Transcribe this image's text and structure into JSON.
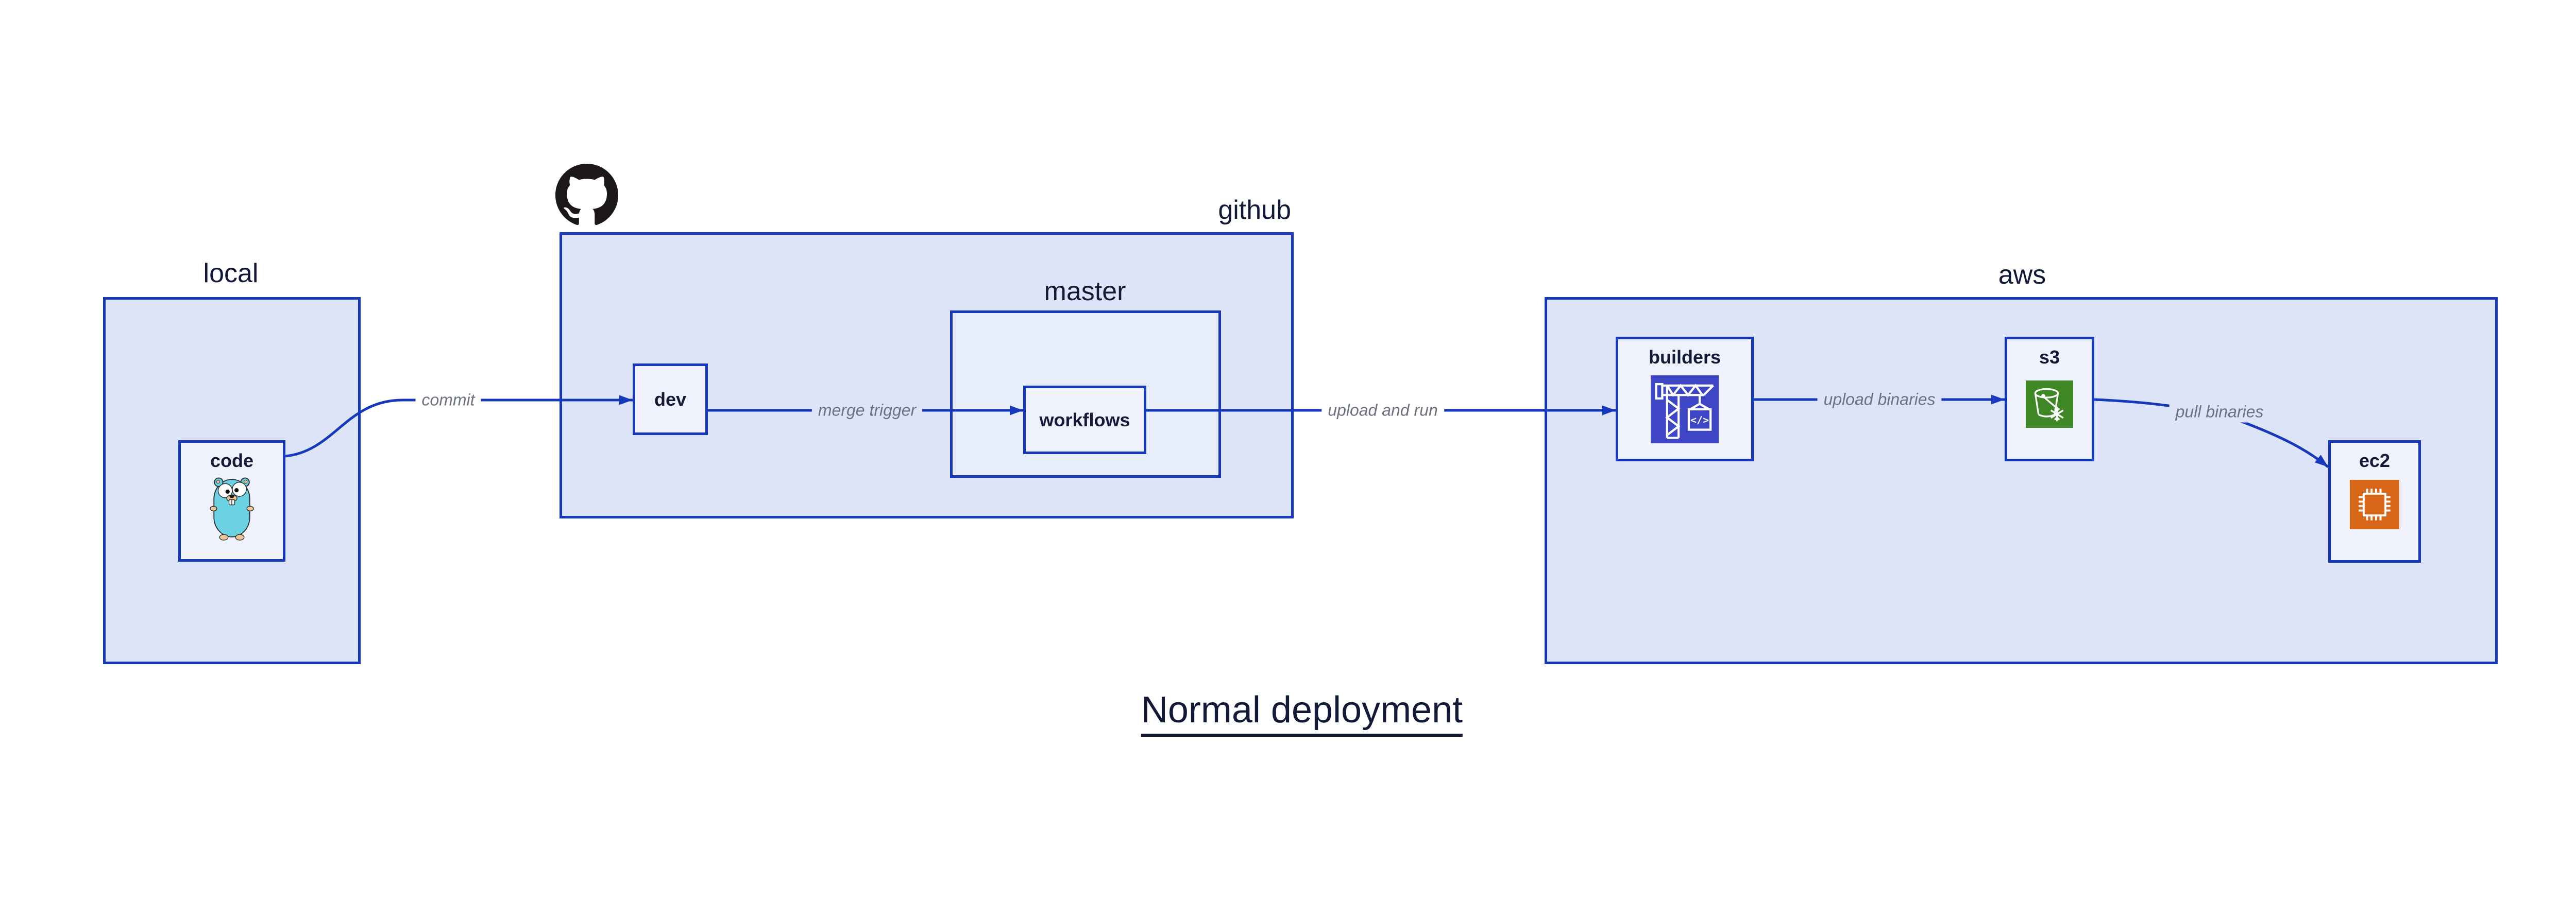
{
  "diagram": {
    "title": "Normal deployment",
    "containers": {
      "local": {
        "label": "local"
      },
      "github": {
        "label": "github"
      },
      "master": {
        "label": "master"
      },
      "aws": {
        "label": "aws"
      }
    },
    "nodes": {
      "code": {
        "label": "code",
        "icon": "go-gopher-icon"
      },
      "dev": {
        "label": "dev"
      },
      "workflows": {
        "label": "workflows"
      },
      "builders": {
        "label": "builders",
        "icon": "codebuild-crane-icon"
      },
      "s3": {
        "label": "s3",
        "icon": "s3-bucket-snowflake-icon"
      },
      "ec2": {
        "label": "ec2",
        "icon": "ec2-chip-icon"
      }
    },
    "edges": [
      {
        "from": "code",
        "to": "dev",
        "label": "commit"
      },
      {
        "from": "dev",
        "to": "workflows",
        "label": "merge trigger"
      },
      {
        "from": "workflows",
        "to": "builders",
        "label": "upload and run"
      },
      {
        "from": "builders",
        "to": "s3",
        "label": "upload binaries"
      },
      {
        "from": "s3",
        "to": "ec2",
        "label": "pull binaries"
      }
    ],
    "icons": {
      "github_logo": "octocat-mark",
      "codebuild_glyph": "</>"
    },
    "colors": {
      "border": "#1638bd",
      "edge": "#1638bd",
      "container_fill": "#dde4f8",
      "master_fill": "#e8edfa",
      "node_fill": "#eff2fc",
      "text": "#131a38",
      "edge_label": "#6d7280",
      "octocat": "#1b1817",
      "codebuild_bg": "#3f46c6",
      "s3_bg": "#3d8724",
      "ec2_bg": "#d9671a",
      "gopher_body": "#6ad2e2",
      "gopher_skin": "#ecc699"
    }
  }
}
